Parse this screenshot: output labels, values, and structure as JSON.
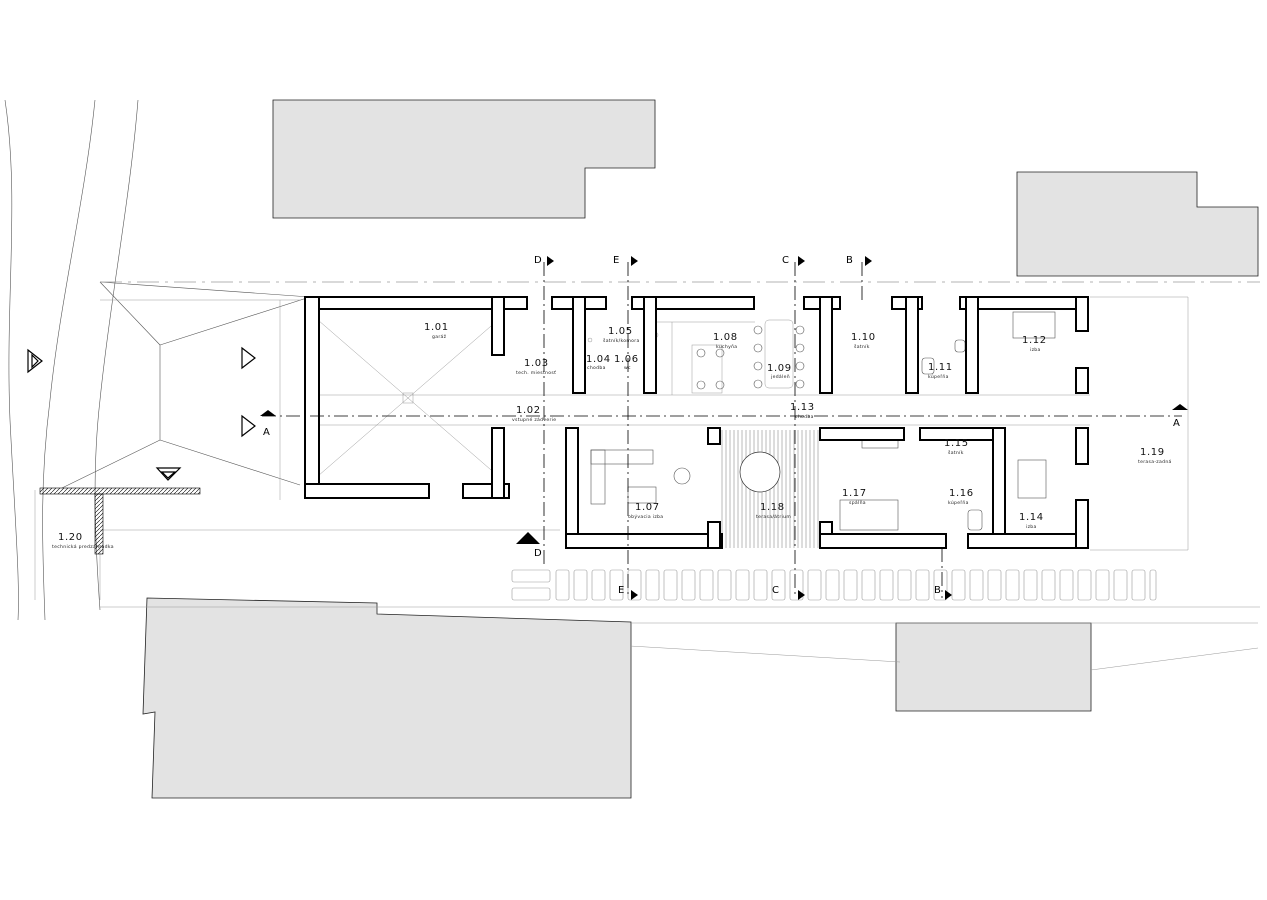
{
  "rooms": [
    {
      "id": "r101",
      "number": "1.01",
      "name": "garáž"
    },
    {
      "id": "r102",
      "number": "1.02",
      "name": "vstupné zádverie"
    },
    {
      "id": "r103",
      "number": "1.03",
      "name": "tech. miestnosť"
    },
    {
      "id": "r104",
      "number": "1.04",
      "name": "chodba"
    },
    {
      "id": "r105",
      "number": "1.05",
      "name": "šatník/komora"
    },
    {
      "id": "r106",
      "number": "1.06",
      "name": "wc"
    },
    {
      "id": "r107",
      "number": "1.07",
      "name": "obývacia izba"
    },
    {
      "id": "r108",
      "number": "1.08",
      "name": "kuchyňa"
    },
    {
      "id": "r109",
      "number": "1.09",
      "name": "jedáleň"
    },
    {
      "id": "r110",
      "number": "1.10",
      "name": "šatník"
    },
    {
      "id": "r111",
      "number": "1.11",
      "name": "kúpeľňa"
    },
    {
      "id": "r112",
      "number": "1.12",
      "name": "izba"
    },
    {
      "id": "r113",
      "number": "1.13",
      "name": "chodba"
    },
    {
      "id": "r114",
      "number": "1.14",
      "name": "izba"
    },
    {
      "id": "r115",
      "number": "1.15",
      "name": "šatník"
    },
    {
      "id": "r116",
      "number": "1.16",
      "name": "kúpeľňa"
    },
    {
      "id": "r117",
      "number": "1.17",
      "name": "spálňa"
    },
    {
      "id": "r118",
      "number": "1.18",
      "name": "terasa/átrium"
    },
    {
      "id": "r119",
      "number": "1.19",
      "name": "terasa-zadná"
    },
    {
      "id": "r120",
      "number": "1.20",
      "name": "technická predzáhradka"
    }
  ],
  "section_marks": {
    "a": "A",
    "b": "B",
    "c": "C",
    "d": "D",
    "e": "E"
  },
  "colors": {
    "neighbor_fill": "#e3e3e3",
    "wall_outline": "#000000",
    "background": "#ffffff"
  }
}
